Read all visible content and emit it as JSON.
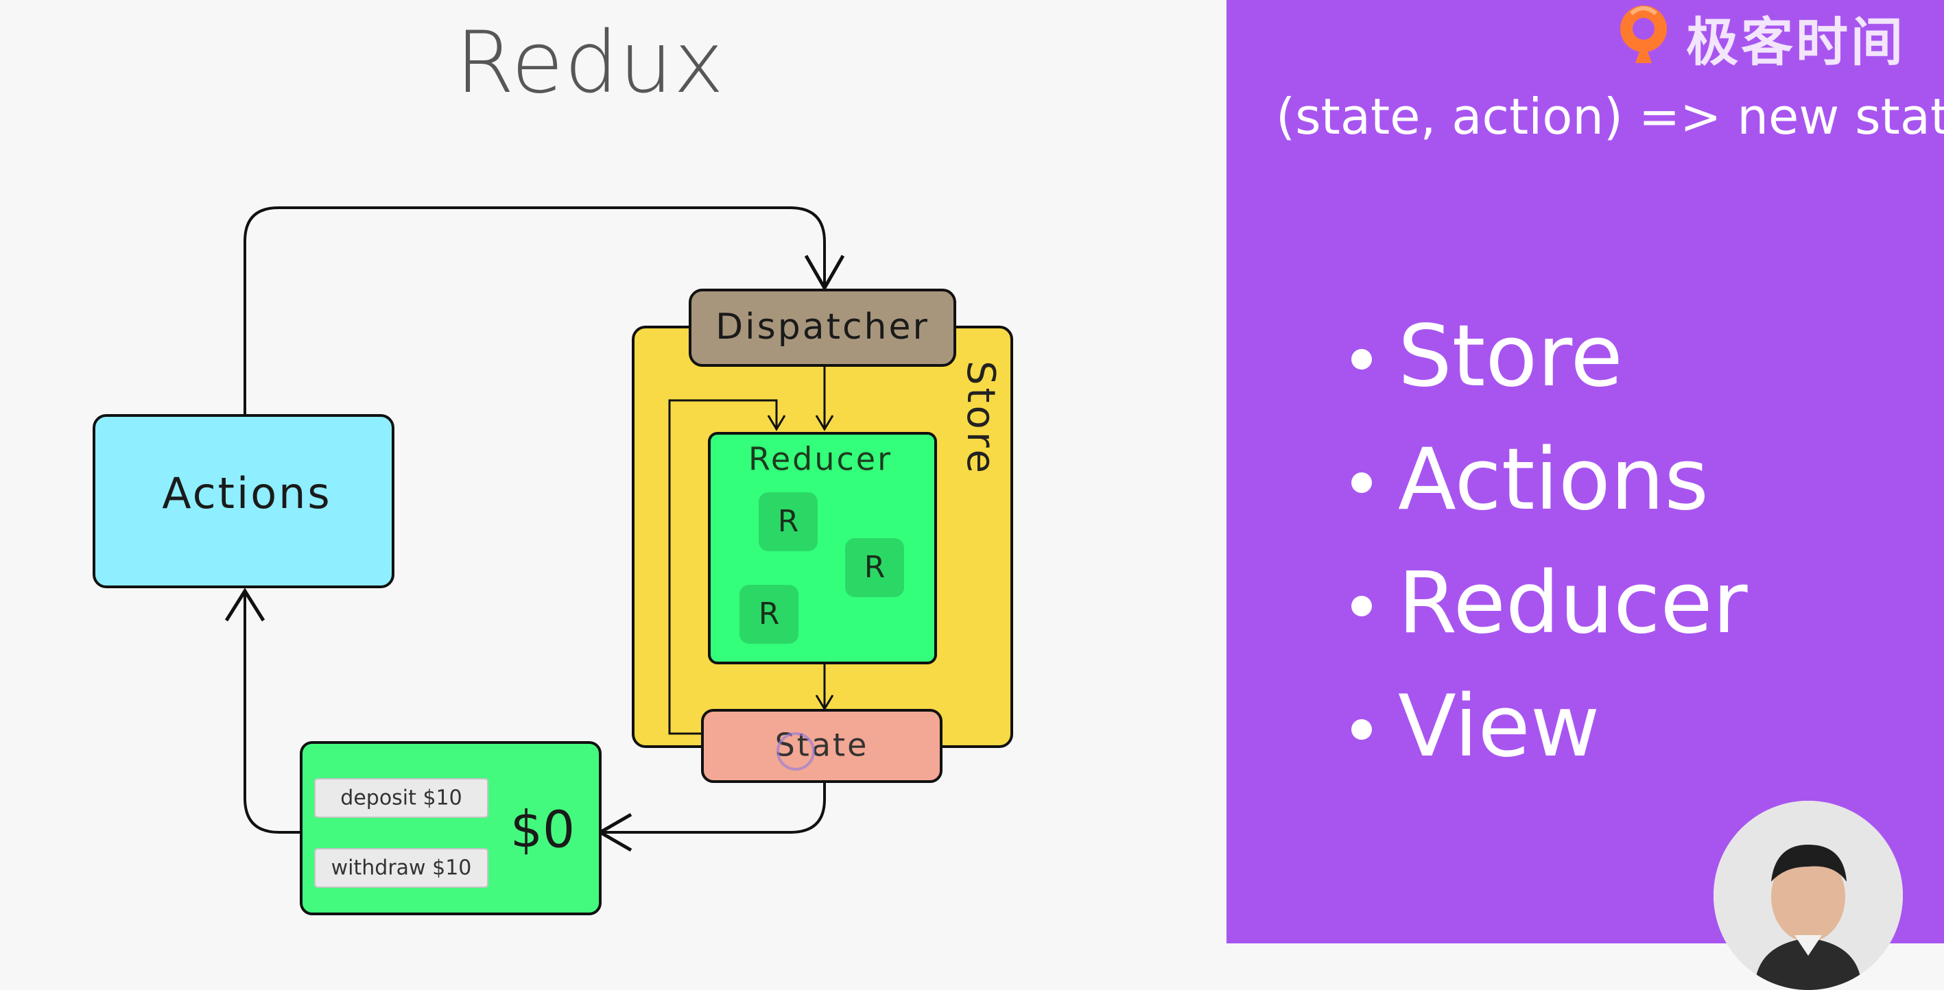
{
  "slide": {
    "title": "Redux",
    "formula": "(state, action) => new state",
    "bullets": [
      "Store",
      "Actions",
      "Reducer",
      "View"
    ]
  },
  "brand": {
    "name": "极客时间"
  },
  "diagram": {
    "actions_label": "Actions",
    "dispatcher_label": "Dispatcher",
    "store_label": "Store",
    "reducer_label": "Reducer",
    "reducer_items": [
      "R",
      "R",
      "R"
    ],
    "state_label": "State",
    "view": {
      "deposit_label": "deposit $10",
      "withdraw_label": "withdraw $10",
      "balance": "$0"
    }
  },
  "colors": {
    "purple_panel": "#a855f0",
    "actions_fill": "#8feeff",
    "dispatcher_fill": "#a8967c",
    "store_fill": "#f7da45",
    "reducer_fill": "#33ff7a",
    "state_fill": "#f2a894",
    "view_fill": "#44fa7e"
  }
}
